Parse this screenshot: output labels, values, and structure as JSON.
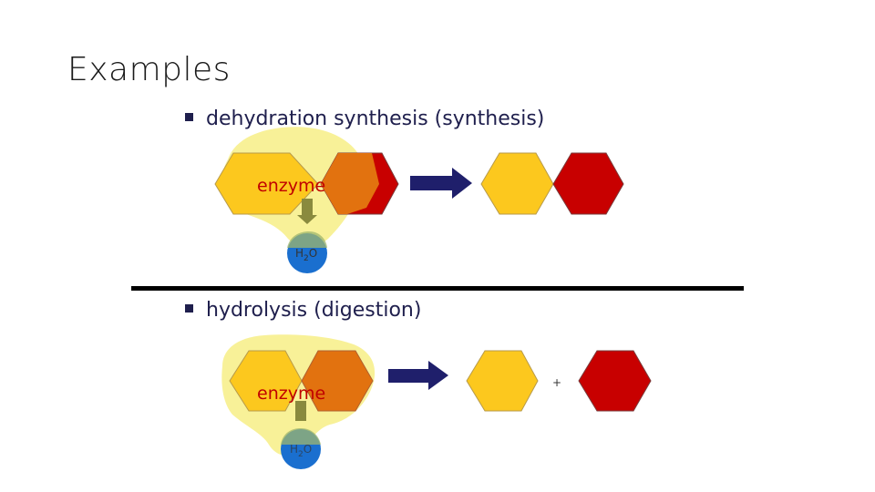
{
  "title": "Examples",
  "bullets": {
    "synthesis": "dehydration synthesis (synthesis)",
    "hydrolysis": "hydrolysis (digestion)"
  },
  "labels": {
    "enzyme": "enzyme",
    "water": "H",
    "water_sub": "2",
    "water_tail": "O",
    "plus": "+"
  },
  "colors": {
    "enzyme_glow": "#f5ea7a",
    "yellow_hex": "#fcc81e",
    "orange_hex": "#e2720f",
    "red_hex": "#c80000",
    "arrow": "#1f1f6b",
    "water": "#1a6fcf",
    "divider": "#000000",
    "enzyme_stem": "#8a8a3e"
  }
}
